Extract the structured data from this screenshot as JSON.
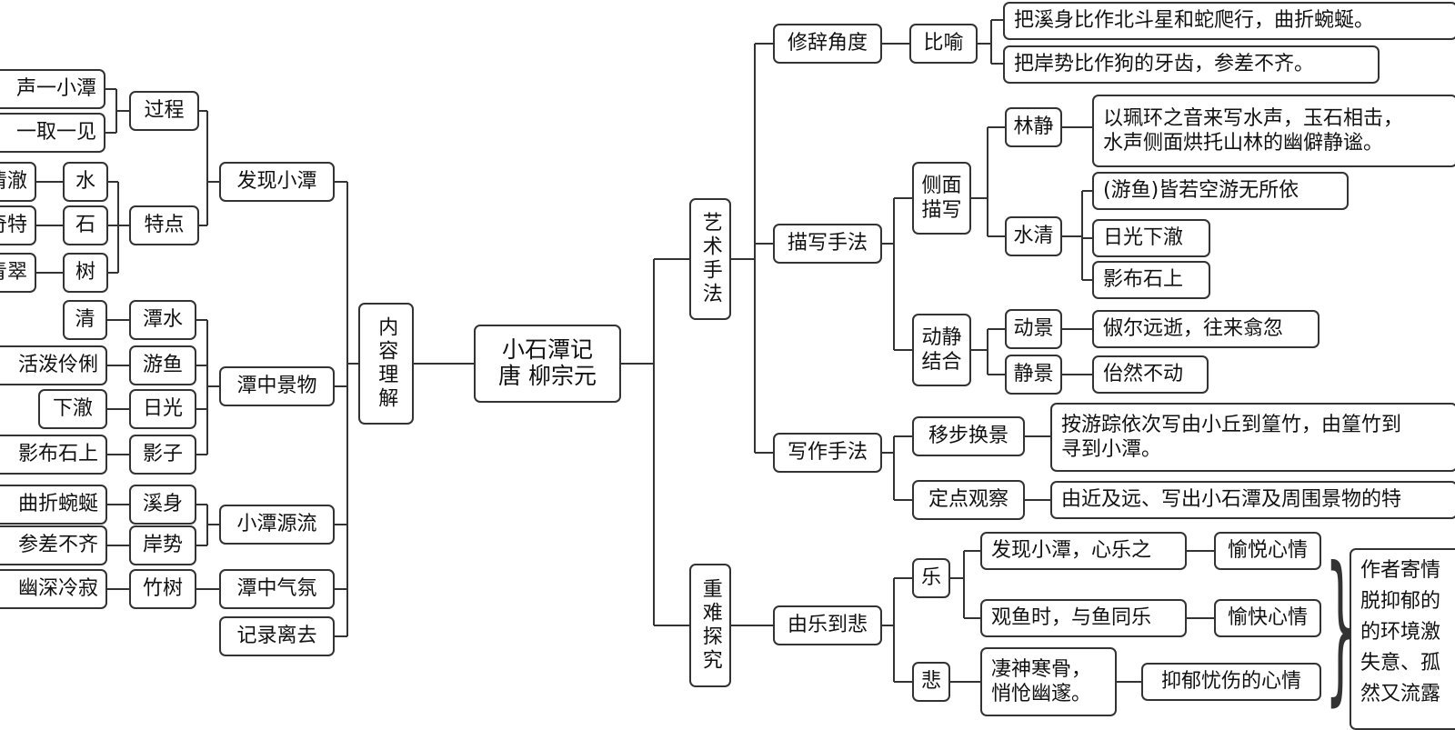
{
  "nodes": {
    "root": "小石潭记\n唐  柳宗元",
    "neirong": "内容理解",
    "faxian": "发现小潭",
    "guocheng": "过程",
    "tedian": "特点",
    "shengyi": "声一小潭",
    "yiqu": "一取一见",
    "shui": "水",
    "shi": "石",
    "shu": "树",
    "qingche": "清澈",
    "qite": "奇特",
    "qingcui": "青翠",
    "tanzhong": "潭中景物",
    "tanshui": "潭水",
    "youyu": "游鱼",
    "riguang": "日光",
    "yingzi": "影子",
    "qing": "清",
    "huopo": "活泼伶俐",
    "xiache": "下澈",
    "yingbu": "影布石上",
    "yuanliu": "小潭源流",
    "xishen": "溪身",
    "anshi": "岸势",
    "quzhe": "曲折蜿蜒",
    "cenci": "参差不齐",
    "qifen": "潭中气氛",
    "zhushu": "竹树",
    "youshen": "幽深冷寂",
    "jilu": "记录离去",
    "yishu": "艺术手法",
    "xiuci": "修辞角度",
    "biyu": "比喻",
    "biyu1": "把溪身比作北斗星和蛇爬行，曲折蜿蜒。",
    "biyu2": "把岸势比作狗的牙齿，参差不齐。",
    "miaoxie": "描写手法",
    "cemian": "侧面\n描写",
    "linjing": "林静",
    "linjing_t": "以珮环之音来写水声，玉石相击，\n水声侧面烘托山林的幽僻静谧。",
    "shuiqing": "水清",
    "sq1": "(游鱼)皆若空游无所依",
    "sq2": "日光下澈",
    "sq3": "影布石上",
    "dongjing": "动静\n结合",
    "dongjing1": "动景",
    "dongjing1_t": "俶尔远逝，往来翕忽",
    "jingjing": "静景",
    "jingjing_t": "佁然不动",
    "xiezuo": "写作手法",
    "yibu": "移步换景",
    "yibu_t": "按游踪依次写由小丘到篁竹，由篁竹到\n寻到小潭。",
    "dingdian": "定点观察",
    "dingdian_t": "由近及远、写出小石潭及周围景物的特",
    "zhongnan": "重难探究",
    "yuledaobei": "由乐到悲",
    "le": "乐",
    "bei": "悲",
    "le1": "发现小潭，心乐之",
    "le2": "观鱼时，与鱼同乐",
    "yuyue": "愉悦心情",
    "yukuai": "愉快心情",
    "bei1": "凄神寒骨，\n悄怆幽邃。",
    "yiyu": "抑郁忧伤的心情",
    "zuozhe": "作者寄情\n脱抑郁的\n的环境激\n失意、孤\n然又流露"
  }
}
